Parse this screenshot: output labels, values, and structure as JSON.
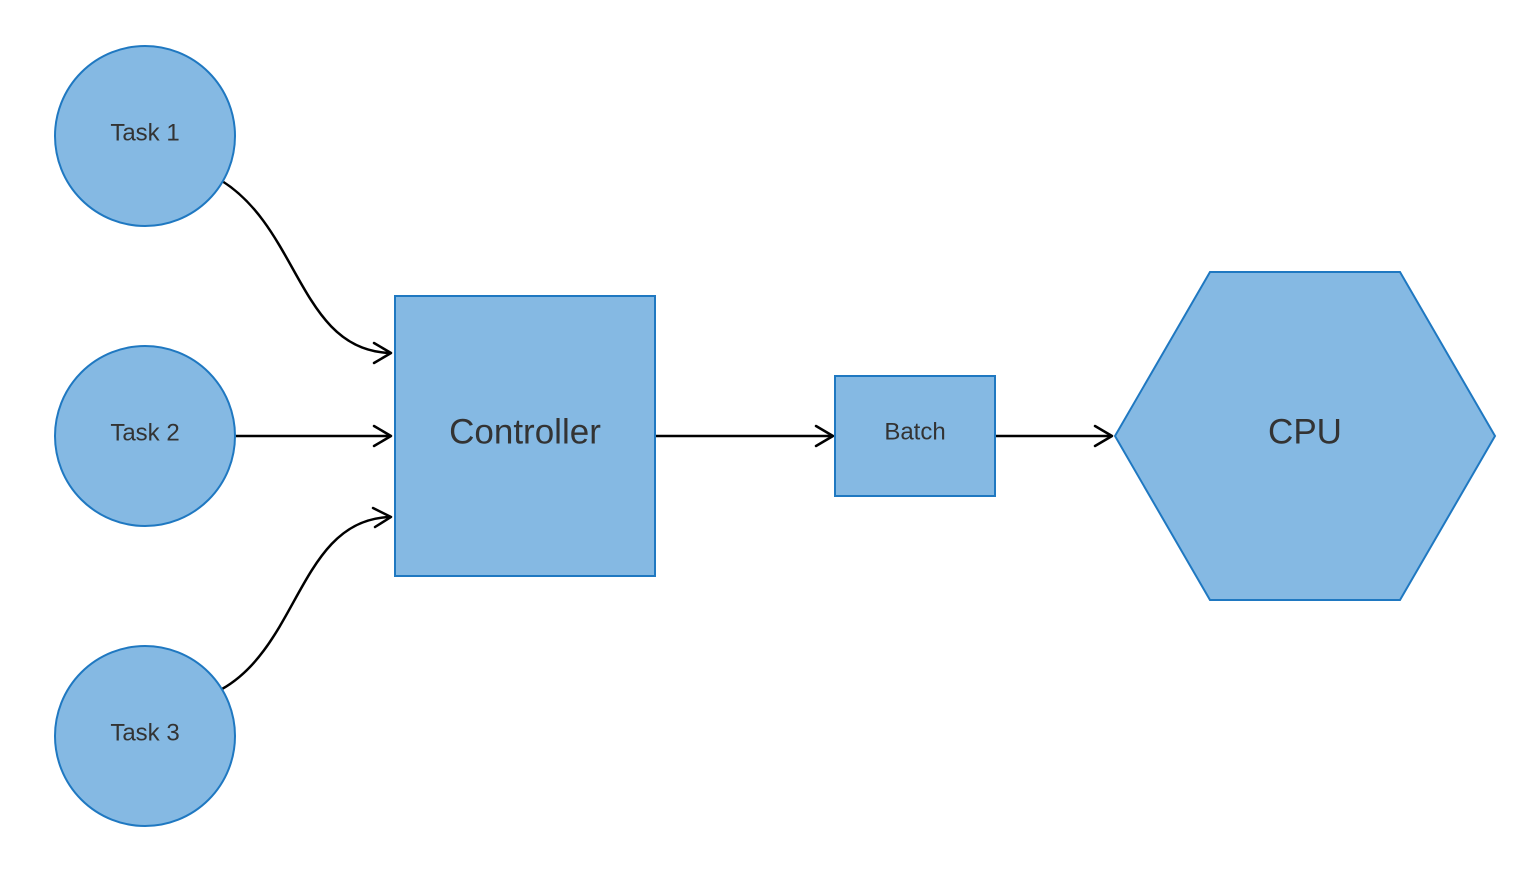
{
  "diagram": {
    "nodes": {
      "task1": {
        "label": "Task 1",
        "shape": "circle"
      },
      "task2": {
        "label": "Task 2",
        "shape": "circle"
      },
      "task3": {
        "label": "Task 3",
        "shape": "circle"
      },
      "controller": {
        "label": "Controller",
        "shape": "square"
      },
      "batch": {
        "label": "Batch",
        "shape": "rectangle"
      },
      "cpu": {
        "label": "CPU",
        "shape": "hexagon"
      }
    },
    "edges": [
      {
        "from": "task1",
        "to": "controller"
      },
      {
        "from": "task2",
        "to": "controller"
      },
      {
        "from": "task3",
        "to": "controller"
      },
      {
        "from": "controller",
        "to": "batch"
      },
      {
        "from": "batch",
        "to": "cpu"
      }
    ],
    "colors": {
      "node_fill": "#85b9e3",
      "node_stroke": "#1f78c1",
      "edge": "#000000",
      "text": "#333333"
    }
  }
}
